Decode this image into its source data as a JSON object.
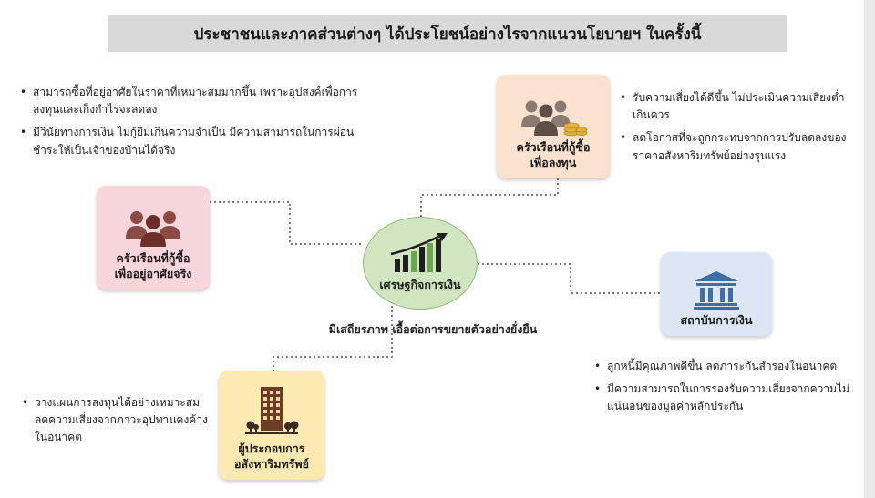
{
  "title": "ประชาชนและภาคส่วนต่างๆ ได้ประโยชน์อย่างไรจากแนวนโยบายฯ ในครั้งนี้",
  "center": {
    "label": "เศรษฐกิจการเงิน",
    "caption": "มีเสถียรภาพ เอื้อต่อการขยายตัวอย่างยั่งยืน",
    "icon": "growth-bar-chart-icon"
  },
  "nodes": {
    "home_buyers": {
      "label_line1": "ครัวเรือนที่กู้ซื้อ",
      "label_line2": "เพื่ออยู่อาศัยจริง",
      "icon": "people-group-icon",
      "color": "#f9d6db",
      "bullets": [
        "สามารถซื้อที่อยู่อาศัยในราคาที่เหมาะสมมากขึ้น เพราะอุปสงค์เพื่อการลงทุนและเก็งกำไรจะลดลง",
        "มีวินัยทางการเงิน ไม่กู้ยืมเกินความจำเป็น มีความสามารถในการผ่อนชำระให้เป็นเจ้าของบ้านได้จริง"
      ]
    },
    "investors": {
      "label_line1": "ครัวเรือนที่กู้ซื้อ",
      "label_line2": "เพื่อลงทุน",
      "icon": "people-with-coins-icon",
      "color": "#fbe2cf",
      "bullets": [
        "รับความเสี่ยงได้ดีขึ้น ไม่ประเมินความเสี่ยงต่ำเกินควร",
        "ลดโอกาสที่จะถูกกระทบจากการปรับลดลงของราคาอสังหาริมทรัพย์อย่างรุนแรง"
      ]
    },
    "financial_institutions": {
      "label": "สถาบันการเงิน",
      "icon": "bank-building-icon",
      "color": "#dce6f4",
      "bullets": [
        "ลูกหนี้มีคุณภาพดีขึ้น ลดภาระกันสำรองในอนาคต",
        "มีความสามารถในการรองรับความเสี่ยงจากความไม่แน่นอนของมูลค่าหลักประกัน"
      ]
    },
    "developers": {
      "label_line1": "ผู้ประกอบการ",
      "label_line2": "อสังหาริมทรัพย์",
      "icon": "office-building-icon",
      "color": "#fdeab0",
      "bullets": [
        "วางแผนการลงทุนได้อย่างเหมาะสม ลดความเสี่ยงจากภาวะอุปทานคงค้างในอนาคต"
      ]
    }
  },
  "colors": {
    "title_bg": "#d9d9d9",
    "center_fill": "#cfe6c0",
    "connector": "#777777"
  }
}
